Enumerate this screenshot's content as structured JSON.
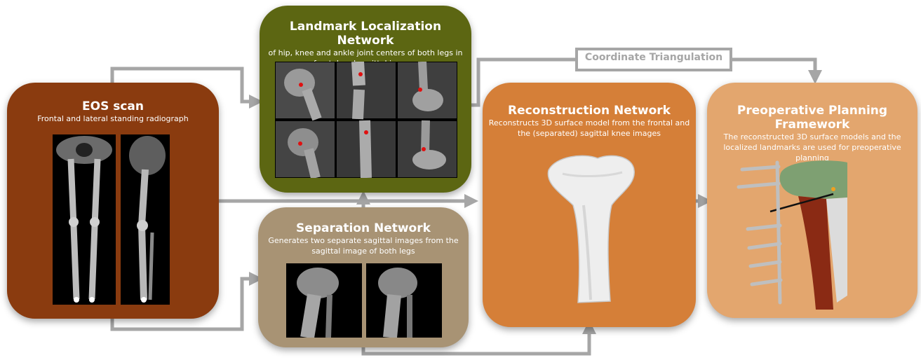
{
  "eos": {
    "title": "EOS  scan",
    "subtitle": "Frontal and lateral standing radiograph"
  },
  "landmark": {
    "title": "Landmark Localization Network",
    "subtitle_line1": "of hip, knee and ankle joint centers of both legs in",
    "subtitle_line2": "frontal and sagittal images"
  },
  "separation": {
    "title": "Separation Network",
    "subtitle_line1": "Generates two separate sagittal images from the",
    "subtitle_line2": "sagittal image of both legs"
  },
  "reconstruction": {
    "title": "Reconstruction Network",
    "subtitle_line1": "Reconstructs 3D surface model from the frontal and",
    "subtitle_line2": "the (separated) sagittal knee images"
  },
  "planning": {
    "title": "Preoperative Planning Framework",
    "subtitle_line1": "The reconstructed 3D surface models and the",
    "subtitle_line2": "localized landmarks are used for preoperative",
    "subtitle_line3": "planning"
  },
  "triangulation": {
    "label": "Coordinate Triangulation"
  },
  "colors": {
    "eos": "#8a3b0f",
    "landmark": "#5c6612",
    "separation": "#a89374",
    "reconstruction": "#d57f38",
    "planning": "#e3a66e",
    "arrow": "#a6a6a6",
    "landmark_dot": "#e01010"
  }
}
